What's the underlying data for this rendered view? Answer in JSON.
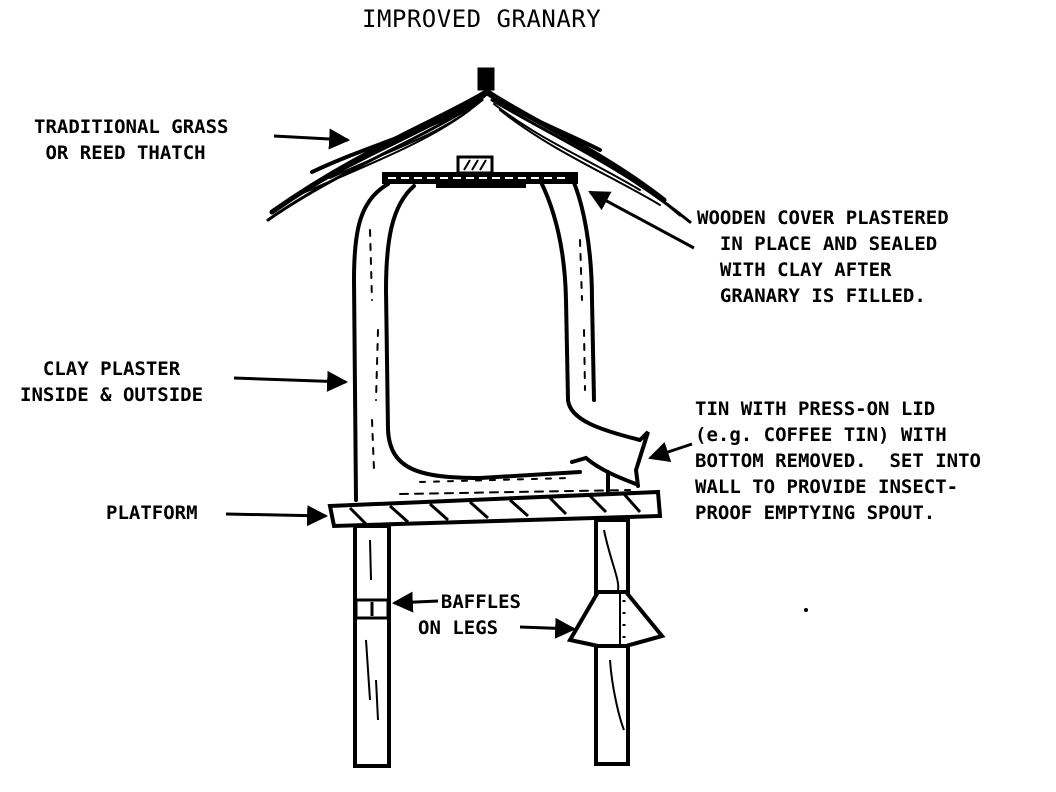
{
  "title": "IMPROVED GRANARY",
  "labels": {
    "thatch": "TRADITIONAL GRASS\n OR REED THATCH",
    "cover": "WOODEN COVER PLASTERED\n  IN PLACE AND SEALED\n  WITH CLAY AFTER\n  GRANARY IS FILLED.",
    "clay": "  CLAY PLASTER\nINSIDE & OUTSIDE",
    "tin": "TIN WITH PRESS-ON LID\n(e.g. COFFEE TIN) WITH\nBOTTOM REMOVED.  SET INTO\nWALL TO PROVIDE INSECT-\nPROOF EMPTYING SPOUT.",
    "platform": "PLATFORM",
    "baffles": "  BAFFLES\nON LEGS"
  },
  "colors": {
    "ink": "#000000",
    "paper": "#ffffff"
  }
}
